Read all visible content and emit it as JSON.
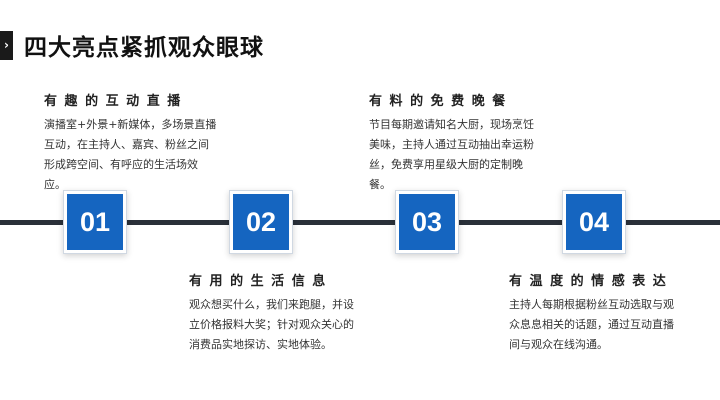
{
  "header": {
    "tab_glyph": "›",
    "title": "四大亮点紧抓观众眼球"
  },
  "timeline": {
    "nodes": [
      "01",
      "02",
      "03",
      "04"
    ],
    "accent_color": "#1565c0",
    "line_color": "#2a3039"
  },
  "highlights": [
    {
      "title": "有趣的互动直播",
      "desc": "演播室+外景+新媒体，多场景直播互动，在主持人、嘉宾、粉丝之间形成跨空间、有呼应的生活场效应。"
    },
    {
      "title": "有用的生活信息",
      "desc": "观众想买什么，我们来跑腿，并设立价格报料大奖；针对观众关心的消费品实地探访、实地体验。"
    },
    {
      "title": "有料的免费晚餐",
      "desc": "节目每期邀请知名大厨，现场烹饪美味，主持人通过互动抽出幸运粉丝，免费享用星级大厨的定制晚餐。"
    },
    {
      "title": "有温度的情感表达",
      "desc": "主持人每期根据粉丝互动选取与观众息息相关的话题，通过互动直播间与观众在线沟通。"
    }
  ]
}
